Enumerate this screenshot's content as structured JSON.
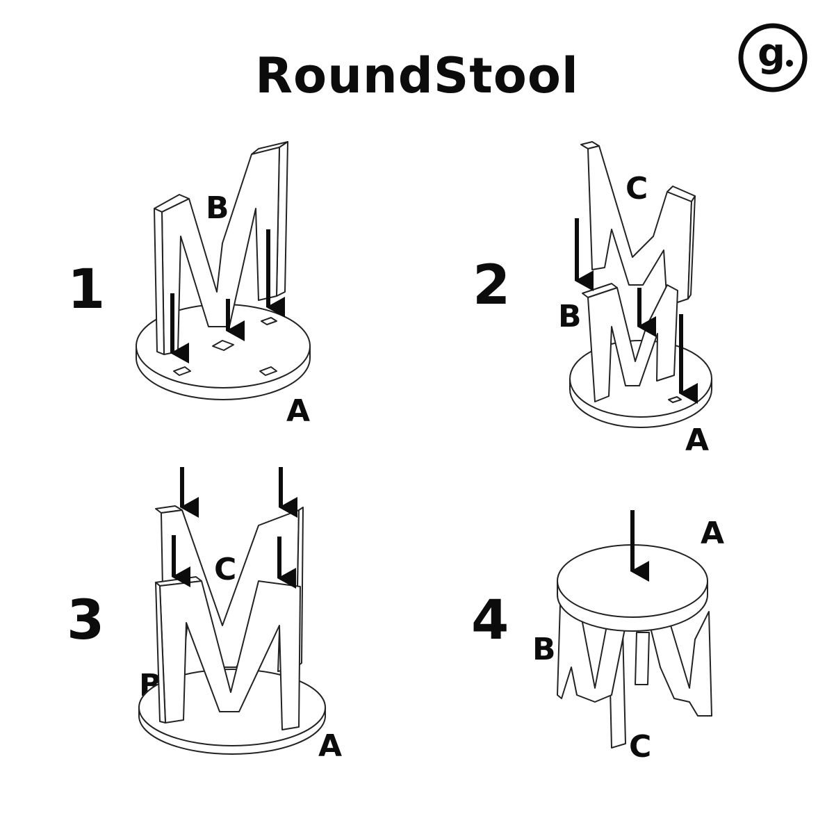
{
  "title": "RoundStool",
  "logo": {
    "letter": "g",
    "icon": "g-logo-icon"
  },
  "steps": [
    {
      "number": "1",
      "labels": [
        "B",
        "A"
      ]
    },
    {
      "number": "2",
      "labels": [
        "C",
        "B",
        "A"
      ]
    },
    {
      "number": "3",
      "labels": [
        "C",
        "B",
        "A"
      ]
    },
    {
      "number": "4",
      "labels": [
        "A",
        "B",
        "C"
      ]
    }
  ]
}
